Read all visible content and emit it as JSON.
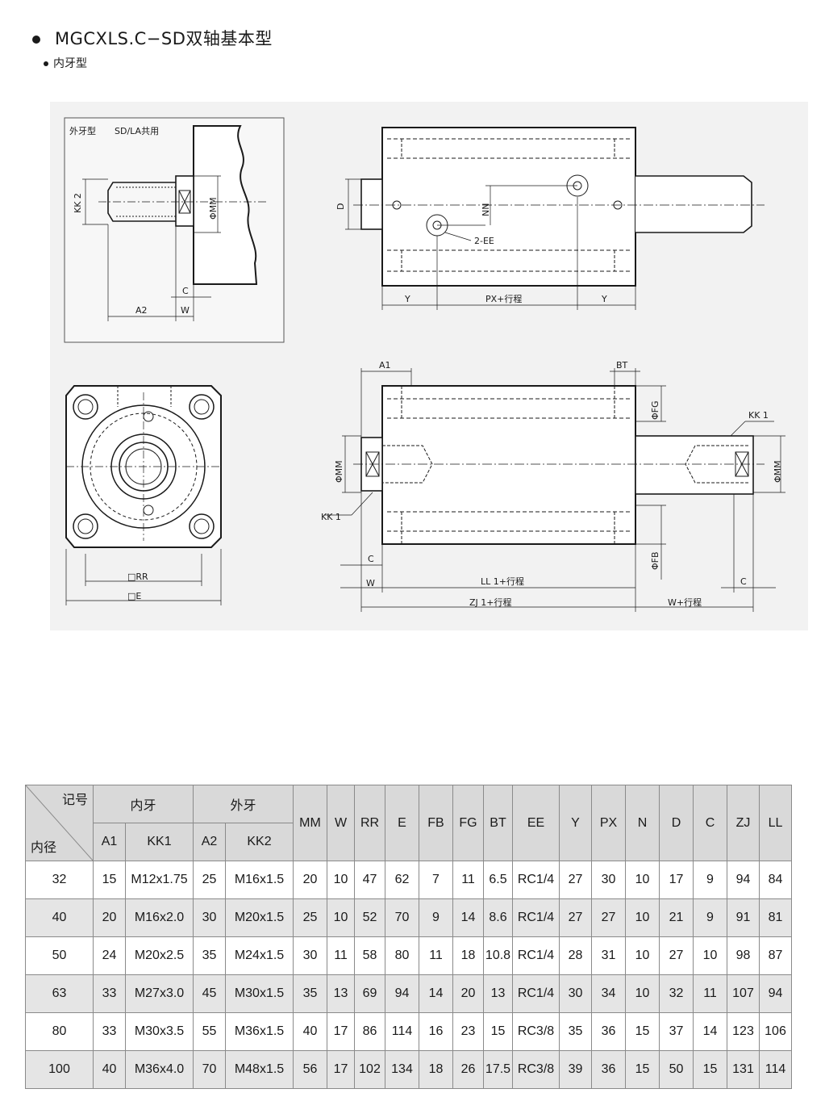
{
  "header": {
    "title": "MGCXLS.C−SD双轴基本型",
    "subtitle": "内牙型"
  },
  "drawing": {
    "inset_title": "外牙型",
    "inset_note": "SD/LA共用",
    "labels": {
      "kk2": "KK 2",
      "phi_mm": "ΦMM",
      "c": "C",
      "a2": "A2",
      "w": "W",
      "d": "D",
      "nn": "NN",
      "ee": "2-EE",
      "y": "Y",
      "px": "PX+行程",
      "rr": "□RR",
      "e": "□E",
      "a1": "A1",
      "bt": "BT",
      "phi_fg": "ΦFG",
      "phi_fb": "ΦFB",
      "kk1": "KK 1",
      "kk1_left": "KK 1",
      "ll": "LL 1+行程",
      "zj": "ZJ 1+行程",
      "w_stroke": "W+行程"
    }
  },
  "table": {
    "corner_top": "记号",
    "corner_bottom": "内径",
    "group_inner": "内牙",
    "group_outer": "外牙",
    "sub_headers": [
      "A1",
      "KK1",
      "A2",
      "KK2"
    ],
    "single_headers": [
      "MM",
      "W",
      "RR",
      "E",
      "FB",
      "FG",
      "BT",
      "EE",
      "Y",
      "PX",
      "N",
      "D",
      "C",
      "ZJ",
      "LL"
    ],
    "rows": [
      [
        "32",
        "15",
        "M12x1.75",
        "25",
        "M16x1.5",
        "20",
        "10",
        "47",
        "62",
        "7",
        "11",
        "6.5",
        "RC1/4",
        "27",
        "30",
        "10",
        "17",
        "9",
        "94",
        "84"
      ],
      [
        "40",
        "20",
        "M16x2.0",
        "30",
        "M20x1.5",
        "25",
        "10",
        "52",
        "70",
        "9",
        "14",
        "8.6",
        "RC1/4",
        "27",
        "27",
        "10",
        "21",
        "9",
        "91",
        "81"
      ],
      [
        "50",
        "24",
        "M20x2.5",
        "35",
        "M24x1.5",
        "30",
        "11",
        "58",
        "80",
        "11",
        "18",
        "10.8",
        "RC1/4",
        "28",
        "31",
        "10",
        "27",
        "10",
        "98",
        "87"
      ],
      [
        "63",
        "33",
        "M27x3.0",
        "45",
        "M30x1.5",
        "35",
        "13",
        "69",
        "94",
        "14",
        "20",
        "13",
        "RC1/4",
        "30",
        "34",
        "10",
        "32",
        "11",
        "107",
        "94"
      ],
      [
        "80",
        "33",
        "M30x3.5",
        "55",
        "M36x1.5",
        "40",
        "17",
        "86",
        "114",
        "16",
        "23",
        "15",
        "RC3/8",
        "35",
        "36",
        "15",
        "37",
        "14",
        "123",
        "106"
      ],
      [
        "100",
        "40",
        "M36x4.0",
        "70",
        "M48x1.5",
        "56",
        "17",
        "102",
        "134",
        "18",
        "26",
        "17.5",
        "RC3/8",
        "39",
        "36",
        "15",
        "50",
        "15",
        "131",
        "114"
      ]
    ]
  }
}
